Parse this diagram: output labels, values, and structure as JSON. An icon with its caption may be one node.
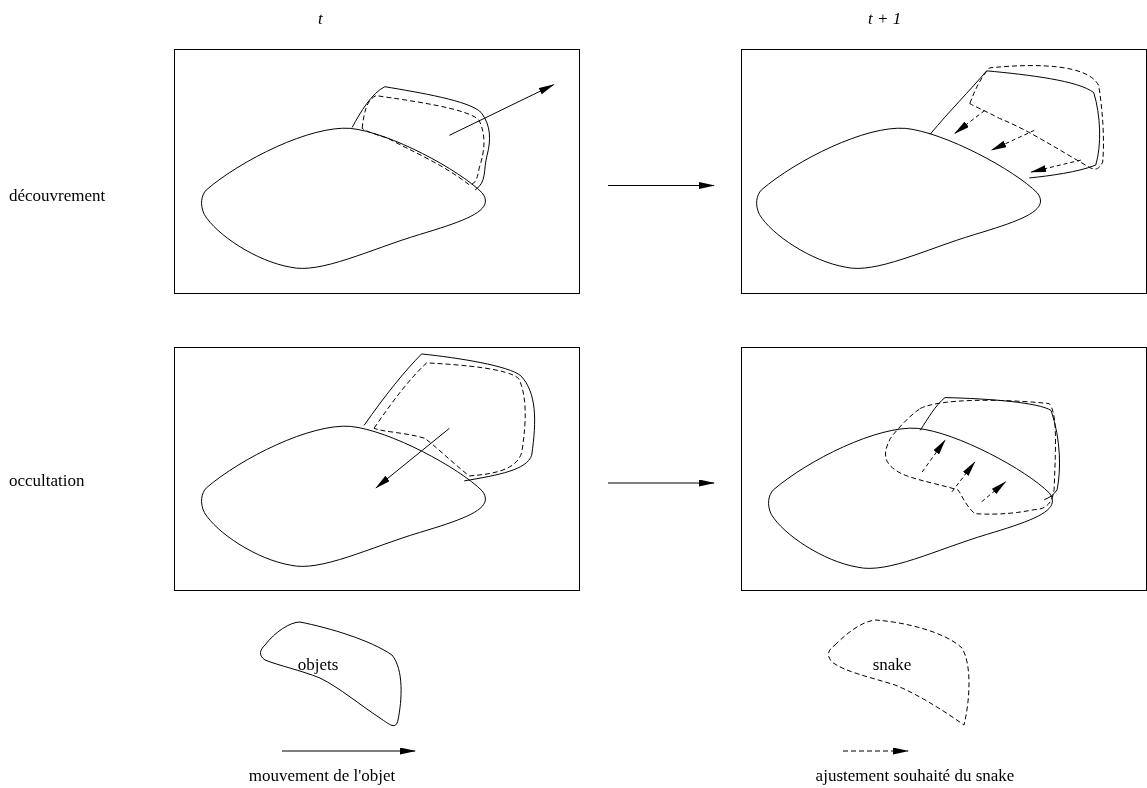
{
  "diagram": {
    "nodes": [
      {
        "text": [],
        "shape": "box"
      },
      {
        "text": [],
        "shape": "box"
      },
      {
        "text": [],
        "shape": "box"
      },
      {
        "text": [],
        "shape": "box"
      }
    ],
    "edges": [
      {
        "from": 0,
        "to": 1,
        "arrow": "to"
      },
      {
        "from": 2,
        "to": 3,
        "arrow": "to"
      }
    ],
    "labels": [
      "t",
      "t + 1",
      "découvrement",
      "occultation"
    ],
    "legend": [
      {
        "text": "objets"
      },
      {
        "text": "snake"
      },
      {
        "text": "mouvement de l'objet"
      },
      {
        "text": "ajustement souhaité du snake"
      }
    ]
  }
}
